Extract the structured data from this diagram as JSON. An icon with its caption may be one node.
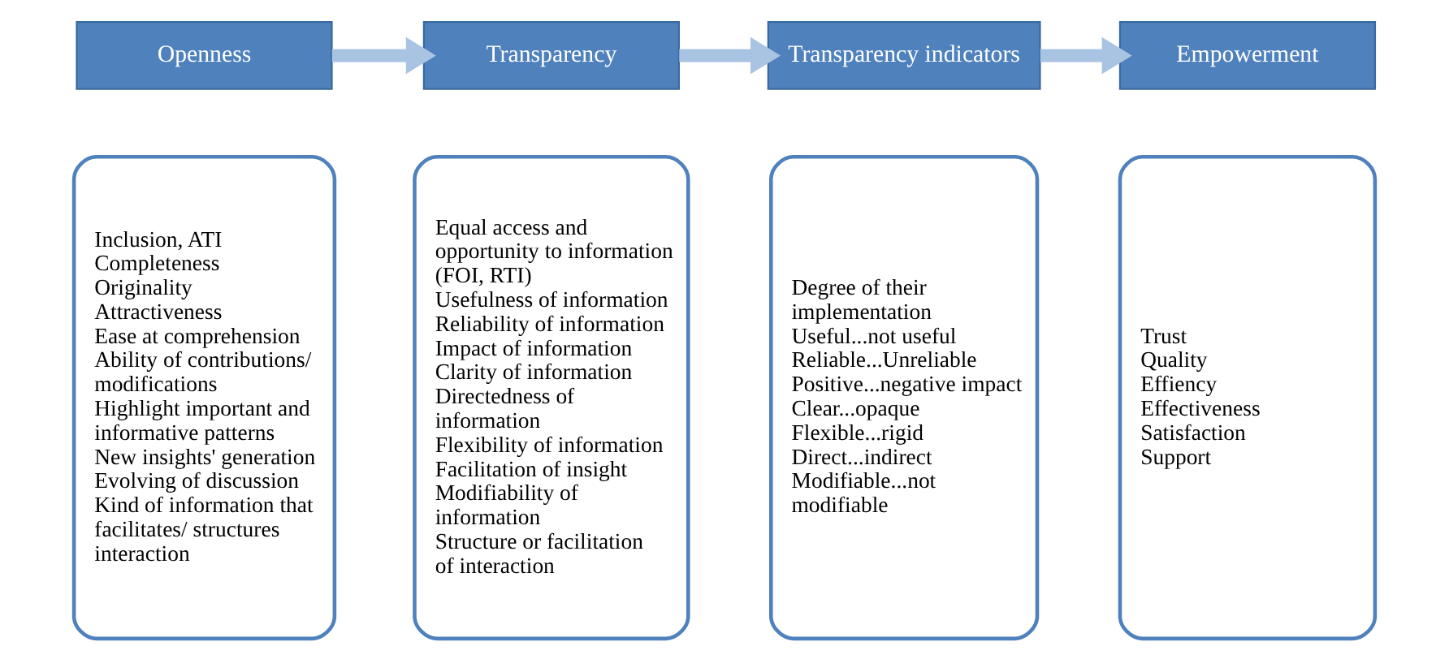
{
  "diagram": {
    "nodes": [
      {
        "text": [
          "Openness"
        ]
      },
      {
        "text": [
          "Transparency"
        ]
      },
      {
        "text": [
          "Transparency indicators"
        ]
      },
      {
        "text": [
          "Empowerment"
        ]
      },
      {
        "text": [
          "Inclusion, ATI",
          "Completeness",
          "Originality",
          "Attractiveness",
          "Ease at comprehension",
          "Ability of contributions/ modifications",
          "Highlight important and informative patterns",
          "New insights' generation",
          "Evolving of discussion",
          "Kind of information that facilitates/ structures interaction"
        ]
      },
      {
        "text": [
          "Equal access and opportunity to information (FOI, RTI)",
          "Usefulness of information",
          "Reliability of information",
          "Impact of information",
          "Clarity of information",
          "Directedness of information",
          "Flexibility of information",
          "Facilitation of insight",
          "Modifiability of information",
          "Structure or facilitation of interaction"
        ]
      },
      {
        "text": [
          "Degree of their implementation",
          "Useful...not useful",
          "Reliable...Unreliable",
          "Positive...negative impact",
          "Clear...opaque",
          "Flexible...rigid",
          "Direct...indirect",
          "Modifiable...not modifiable"
        ]
      },
      {
        "text": [
          "Trust",
          "Quality",
          "Effiency",
          "Effectiveness",
          "Satisfaction",
          "Support"
        ]
      }
    ],
    "edges": [
      {
        "from": 0,
        "to": 1,
        "arrow": "to"
      },
      {
        "from": 1,
        "to": 2,
        "arrow": "to"
      },
      {
        "from": 2,
        "to": 3,
        "arrow": "to"
      }
    ]
  }
}
